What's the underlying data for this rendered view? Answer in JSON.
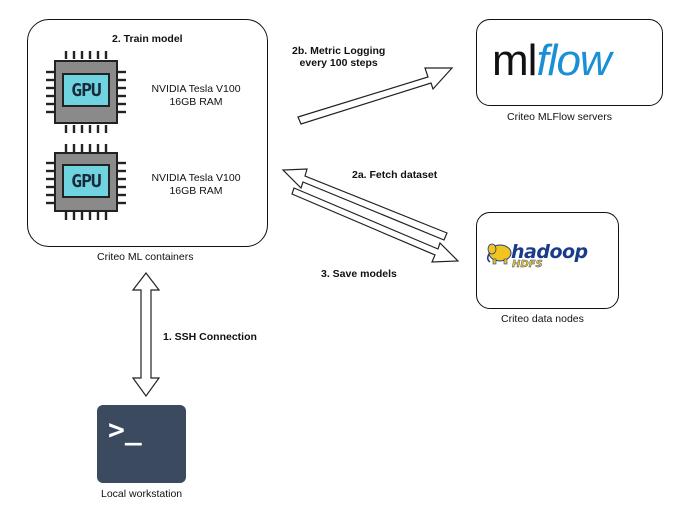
{
  "containers": {
    "ml_containers_title": "2. Train model",
    "ml_containers_caption": "Criteo ML containers",
    "gpus": [
      {
        "chip_label": "GPU",
        "spec_line1": "NVIDIA Tesla V100",
        "spec_line2": "16GB RAM"
      },
      {
        "chip_label": "GPU",
        "spec_line1": "NVIDIA Tesla V100",
        "spec_line2": "16GB RAM"
      }
    ]
  },
  "mlflow": {
    "logo_ml": "ml",
    "logo_flow": "flow",
    "caption": "Criteo MLFlow servers",
    "logo_colors": {
      "ml": "#111111",
      "flow": "#1a8fd6"
    }
  },
  "hadoop": {
    "logo_text": "hadoop",
    "logo_sub": "HDFS",
    "caption": "Criteo data nodes"
  },
  "workstation": {
    "prompt_glyph": ">_",
    "caption": "Local workstation"
  },
  "edges": {
    "metric_logging_line1": "2b. Metric Logging",
    "metric_logging_line2": "every 100 steps",
    "fetch_dataset": "2a. Fetch dataset",
    "save_models": "3. Save models",
    "ssh_connection": "1. SSH Connection"
  },
  "icons": {
    "gpu_chip": "gpu-chip-icon",
    "terminal": "terminal-icon",
    "elephant": "hadoop-elephant-icon"
  }
}
